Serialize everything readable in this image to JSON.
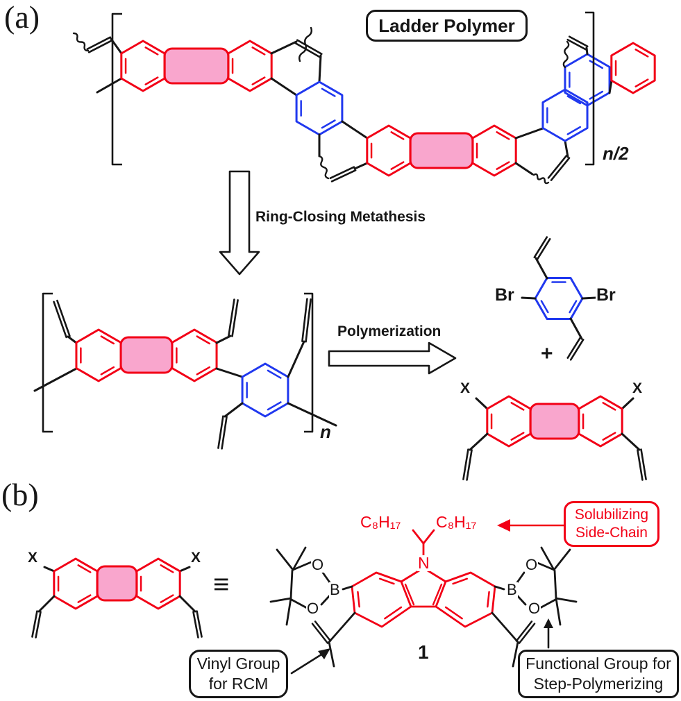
{
  "colors": {
    "red": "#f20016",
    "blue": "#2038ef",
    "pink": "#f9a6cd",
    "ink": "#161616"
  },
  "panel_a": {
    "label": "(a)",
    "ladder_polymer_title": "Ladder Polymer",
    "repeat_outer": "n/2",
    "rcm_arrow_label": "Ring-Closing Metathesis",
    "polymerization_arrow_label": "Polymerization",
    "repeat_inner": "n",
    "plus_sign": "+",
    "bromine_left": "Br",
    "bromine_right": "Br",
    "substituent_left": "X",
    "substituent_right": "X"
  },
  "panel_b": {
    "label": "(b)",
    "substituent_left": "X",
    "substituent_right": "X",
    "equivalence_sign": "≡",
    "alkyl_chain_left": "C₈H₁₇",
    "alkyl_chain_right": "C₈H₁₇",
    "nitrogen": "N",
    "boron_left": "B",
    "boron_right": "B",
    "oxygen_top_left": "O",
    "oxygen_bottom_left": "O",
    "oxygen_top_right": "O",
    "oxygen_bottom_right": "O",
    "compound_number": "1",
    "solubilizing_box": {
      "line1": "Solubilizing",
      "line2": "Side-Chain"
    },
    "vinyl_box": {
      "line1": "Vinyl Group",
      "line2": "for RCM"
    },
    "functional_box": {
      "line1": "Functional Group for",
      "line2": "Step-Polymerizing"
    }
  }
}
